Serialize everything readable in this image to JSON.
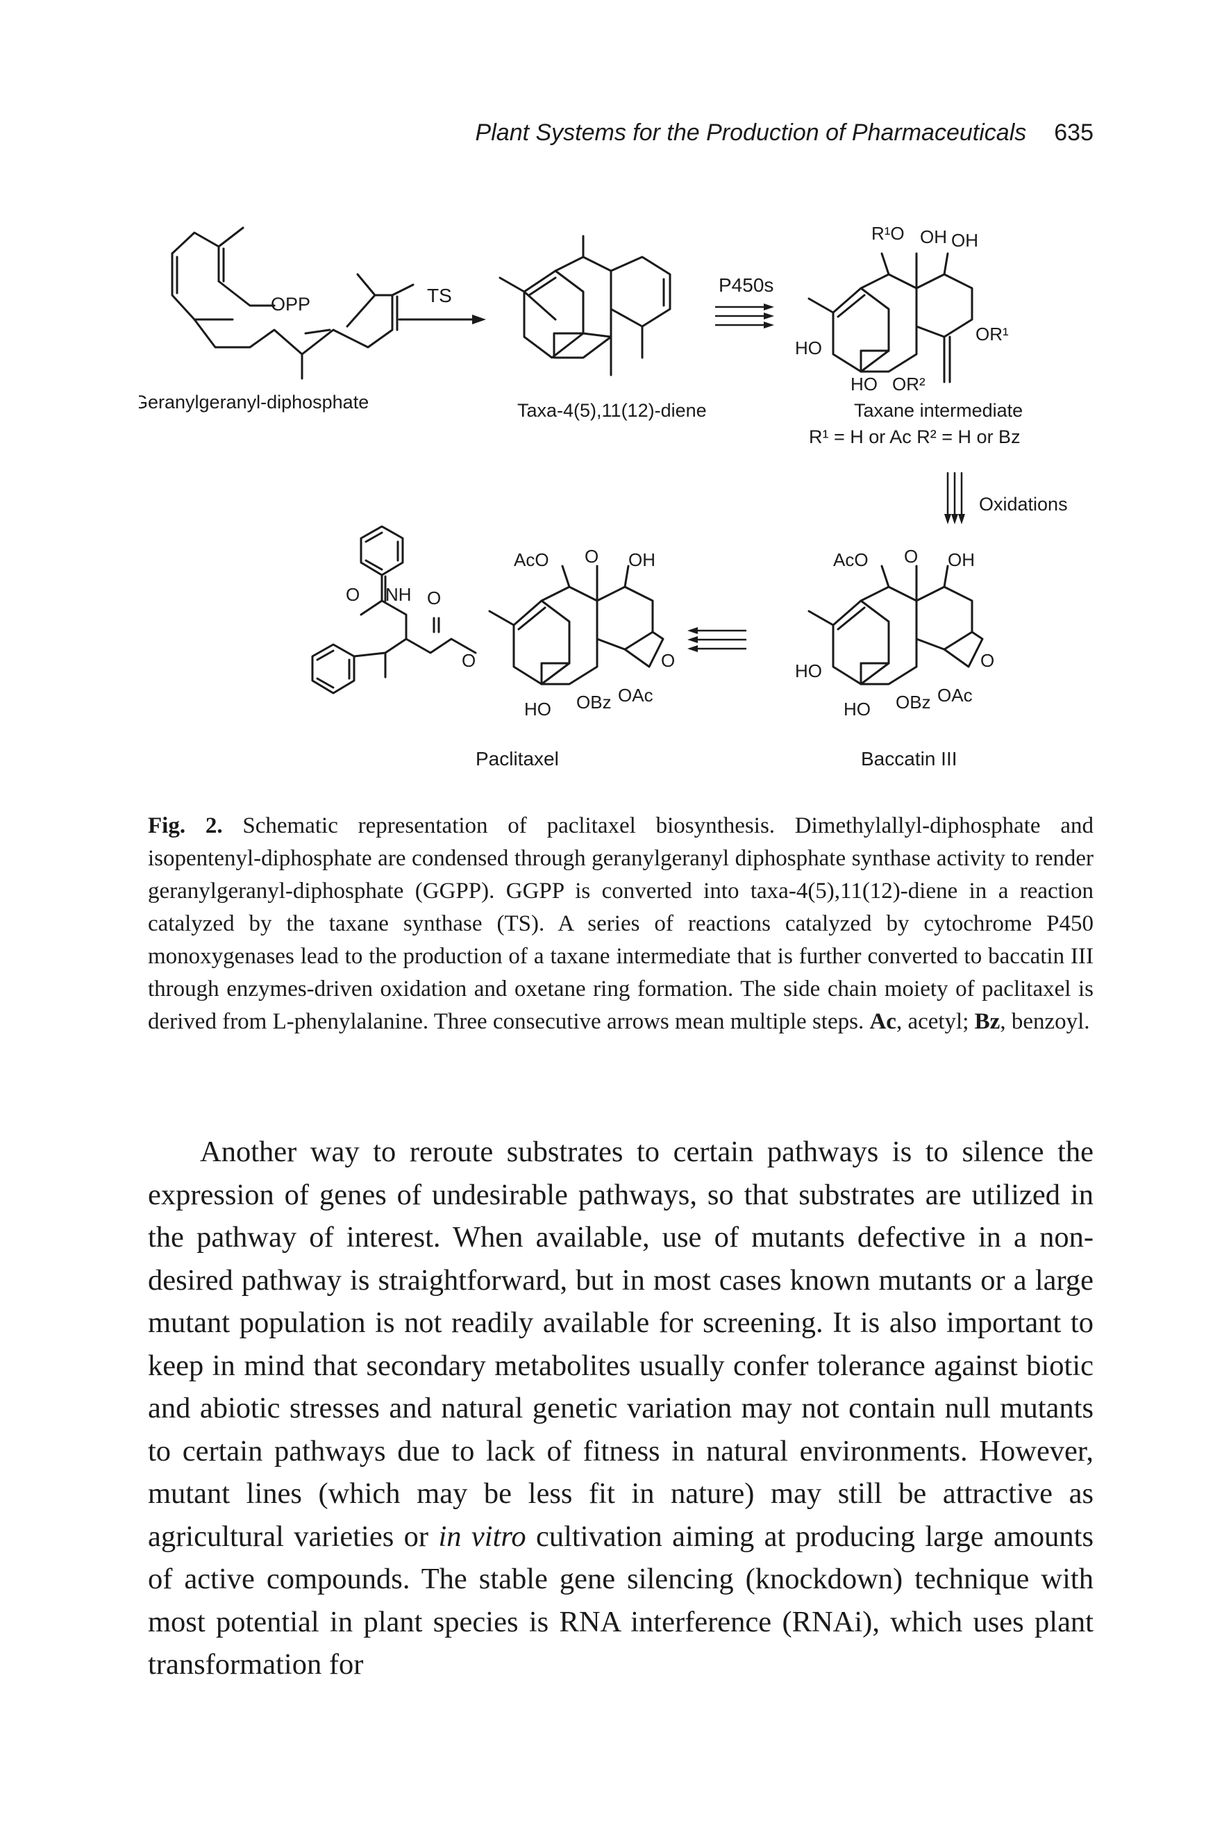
{
  "header": {
    "running_title": "Plant Systems for the Production of Pharmaceuticals",
    "page_number": "635"
  },
  "figure": {
    "compounds": {
      "ggpp": "Geranylgeranyl-diphosphate",
      "taxadiene": "Taxa-4(5),11(12)-diene",
      "taxane": "Taxane intermediate",
      "taxane_sub": "R¹ = H or Ac   R² = H or Bz",
      "paclitaxel": "Paclitaxel",
      "baccatin": "Baccatin III"
    },
    "arrows": {
      "ts": "TS",
      "p450": "P450s",
      "oxidations": "Oxidations"
    },
    "atom_labels": {
      "opp": "OPP",
      "r1o": "R¹O",
      "oh": "OH",
      "or1": "OR¹",
      "or2": "OR²",
      "ho": "HO",
      "aco": "AcO",
      "o": "O",
      "obz": "OBz",
      "oac": "OAc",
      "nh": "NH"
    }
  },
  "caption": {
    "label": "Fig. 2.",
    "text": "Schematic representation of paclitaxel biosynthesis. Dimethylallyl-diphosphate and isopentenyl-diphosphate are condensed through geranylgeranyl diphosphate synthase activity to render geranylgeranyl-diphosphate (GGPP). GGPP is converted into taxa-4(5),11(12)-diene in a reaction catalyzed by the taxane synthase (TS). A series of reactions catalyzed by cytochrome P450 monoxygenases lead to the production of a taxane intermediate that is further converted to baccatin III through enzymes-driven oxidation and oxetane ring formation. The side chain moiety of paclitaxel is derived from L-phenylalanine. Three consecutive arrows mean multiple steps.",
    "abbr1": "Ac",
    "abbr1_text": ", acetyl; ",
    "abbr2": "Bz",
    "abbr2_text": ", benzoyl."
  },
  "body": {
    "p1_before_em": "Another way to reroute substrates to certain pathways is to silence the expression of genes of undesirable pathways, so that substrates are utilized in the pathway of interest. When available, use of mutants defective in a non-desired pathway is straightforward, but in most cases known mutants or a large mutant population is not readily available for screening. It is also important to keep in mind that secondary metabolites usually confer tolerance against biotic and abiotic stresses and natural genetic variation may not contain null mutants to certain pathways due to lack of fitness in natural environments. However, mutant lines (which may be less fit in nature) may still be attractive as agricultural varieties or ",
    "p1_em": "in vitro",
    "p1_after_em": " cultivation aiming at producing large amounts of active compounds. The stable gene silencing (knockdown) technique with most potential in plant species is RNA interference (RNAi), which uses plant transformation for"
  }
}
